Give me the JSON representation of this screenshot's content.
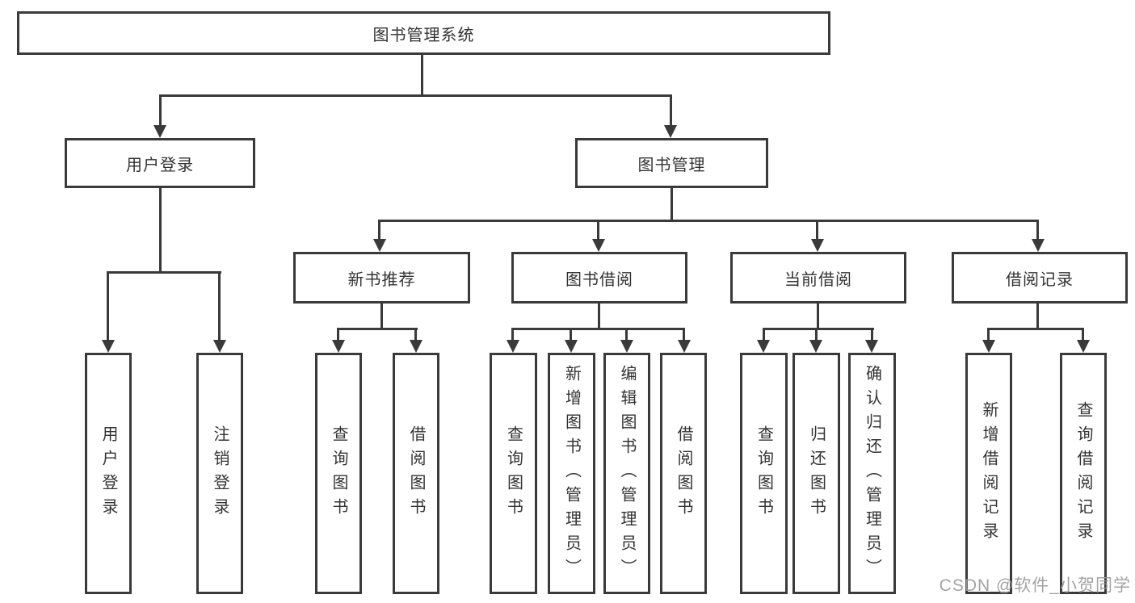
{
  "diagram": {
    "title": "图书管理系统",
    "root": {
      "label": "图书管理系统"
    },
    "level2": [
      {
        "label": "用户登录"
      },
      {
        "label": "图书管理"
      }
    ],
    "level3": [
      {
        "label": "新书推荐"
      },
      {
        "label": "图书借阅"
      },
      {
        "label": "当前借阅"
      },
      {
        "label": "借阅记录"
      }
    ],
    "leaves": {
      "user_login": [
        {
          "label": "用户登录"
        },
        {
          "label": "注销登录"
        }
      ],
      "new_book": [
        {
          "label": "查询图书"
        },
        {
          "label": "借阅图书"
        }
      ],
      "book_borrow": [
        {
          "label": "查询图书"
        },
        {
          "label": "新增图书（管理员）"
        },
        {
          "label": "编辑图书（管理员）"
        },
        {
          "label": "借阅图书"
        }
      ],
      "current_borrow": [
        {
          "label": "查询图书"
        },
        {
          "label": "归还图书"
        },
        {
          "label": "确认归还（管理员）"
        }
      ],
      "borrow_record": [
        {
          "label": "新增借阅记录"
        },
        {
          "label": "查询借阅记录"
        }
      ]
    }
  },
  "watermark": {
    "text": "CSDN @软件_小贺同学"
  },
  "colors": {
    "line": "#3a3a3a",
    "text": "#333333",
    "watermark": "#9c9c9c",
    "background": "#ffffff"
  }
}
